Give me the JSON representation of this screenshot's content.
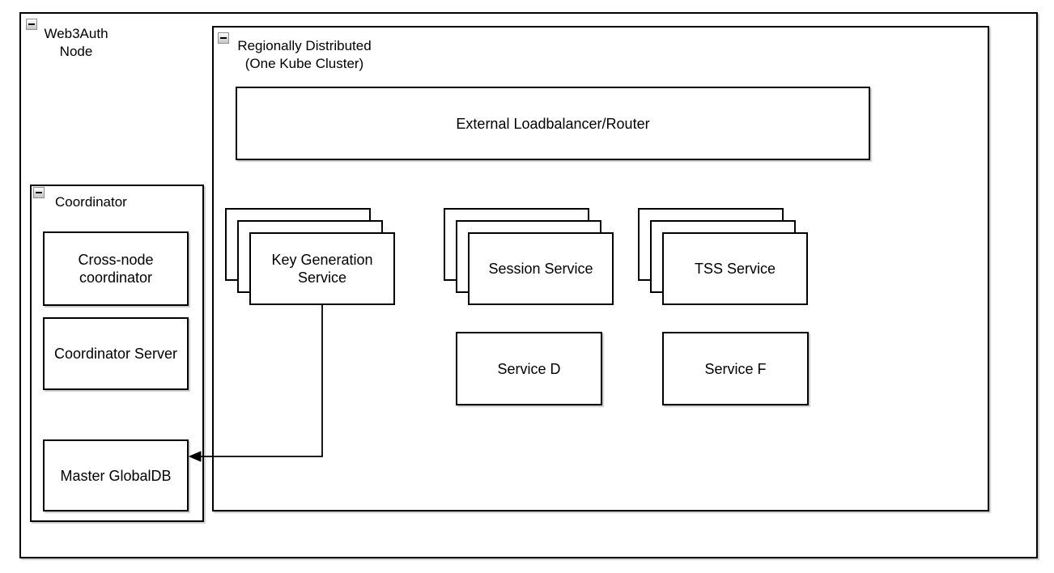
{
  "colors": {
    "stroke": "#000000",
    "fill": "#ffffff",
    "collapse_icon_border": "#8f8f8f",
    "shadow": "#d8d8d8"
  },
  "outer_container": {
    "label_lines": [
      "Web3Auth",
      "Node"
    ]
  },
  "cluster_container": {
    "label_lines": [
      "Regionally Distributed",
      "(One Kube Cluster)"
    ]
  },
  "loadbalancer": {
    "label": "External Loadbalancer/Router"
  },
  "coordinator": {
    "label": "Coordinator",
    "boxes": [
      {
        "lines": [
          "Cross-node",
          "coordinator"
        ]
      },
      {
        "lines": [
          "Coordinator Server"
        ]
      },
      {
        "lines": [
          "Master GlobalDB"
        ]
      }
    ]
  },
  "stacks": [
    {
      "lines": [
        "Key Generation",
        "Service"
      ]
    },
    {
      "lines": [
        "Session Service"
      ]
    },
    {
      "lines": [
        "TSS Service"
      ]
    }
  ],
  "services": [
    {
      "label": "Service D"
    },
    {
      "label": "Service F"
    }
  ],
  "connector": {
    "from": "Key Generation Service",
    "to": "Master GlobalDB"
  }
}
